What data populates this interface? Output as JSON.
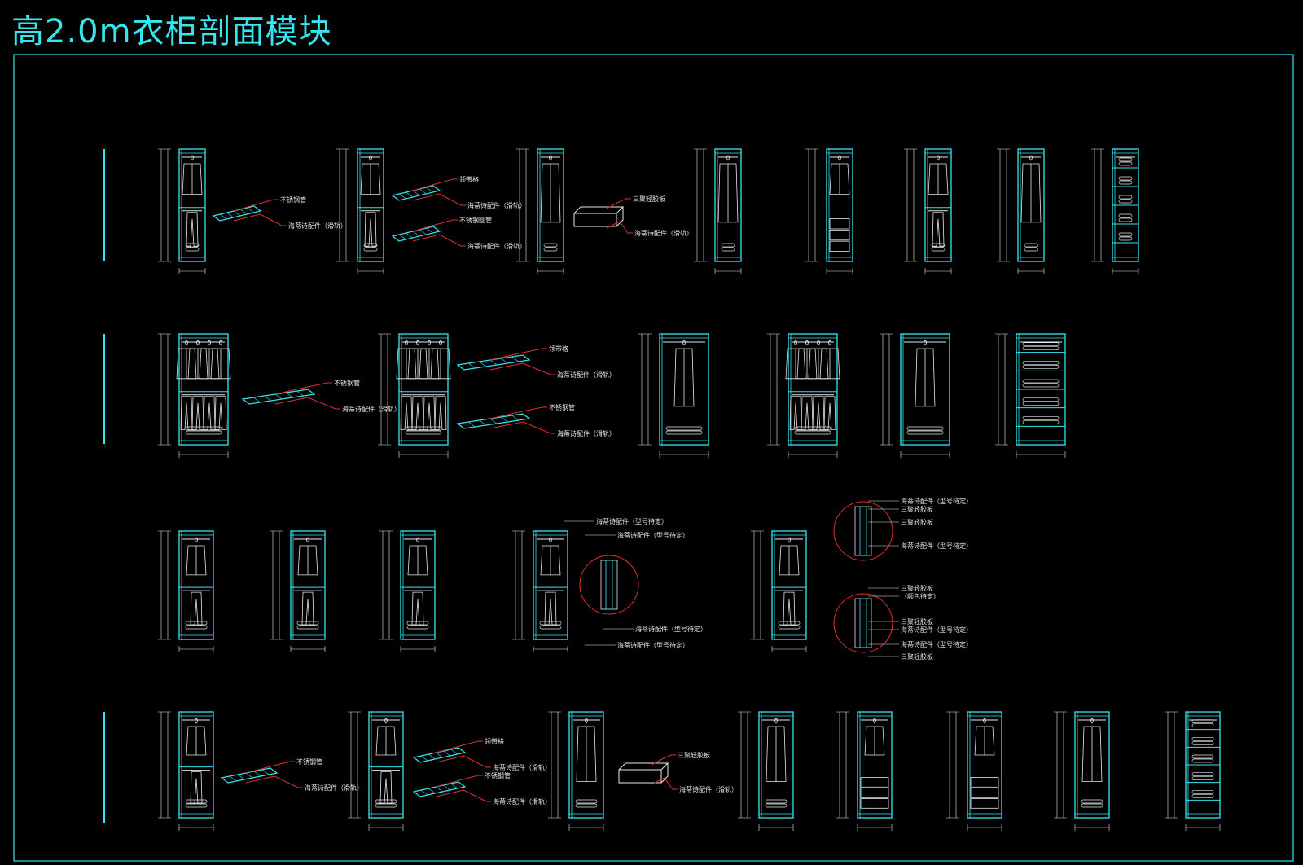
{
  "title": "高2.0m衣柜剖面模块",
  "colors": {
    "cyan": "#35e6ee",
    "white": "#e8e8e8",
    "red": "#e03030",
    "bg": "#000000"
  },
  "labels": {
    "stainless_pipe": "不锈钢管",
    "stainless_round_pipe": "不锈钢圆管",
    "tie_rack": "领带格",
    "hafele_slide": "海蒂诗配件（滑轨）",
    "melamine_board": "三聚轻胶板",
    "melamine_board_color": "（颜色待定）",
    "hafele_model": "海蒂诗配件（型号待定）"
  }
}
